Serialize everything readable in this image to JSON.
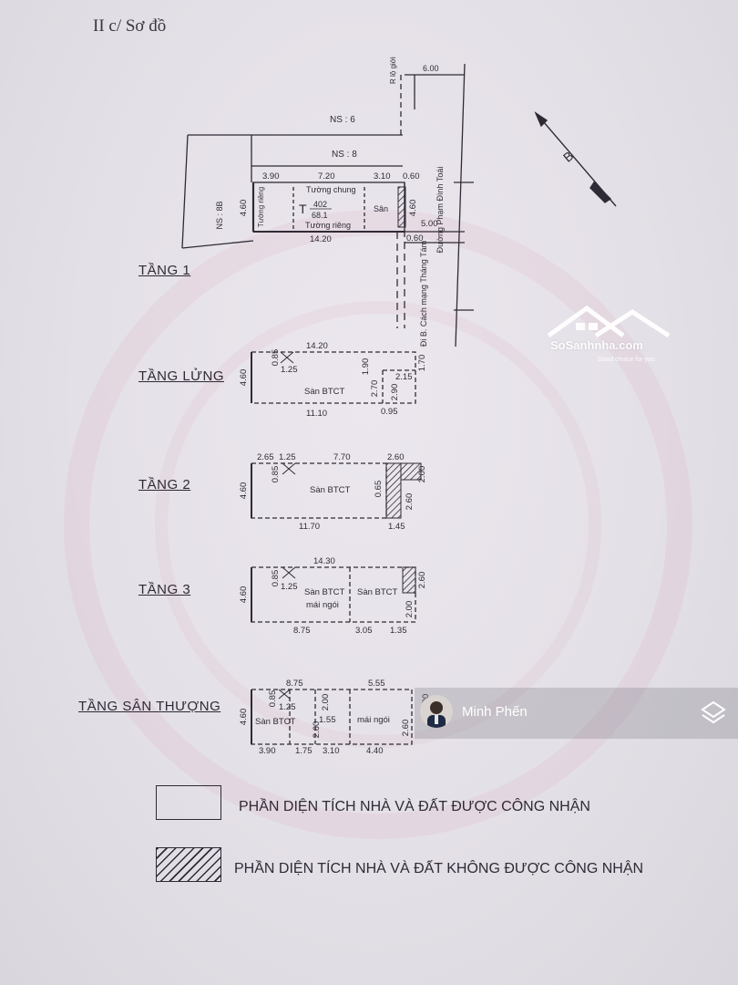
{
  "header": {
    "title": "II c/ Sơ đồ"
  },
  "floors": {
    "tang1": "TẦNG 1",
    "tang_lung": "TẦNG LỬNG",
    "tang2": "TẦNG 2",
    "tang3": "TẦNG 3",
    "tang_san_thuong": "TẦNG SÂN THƯỢNG"
  },
  "site": {
    "ns6": "NS : 6",
    "ns8": "NS : 8",
    "ns8b": "NS : 8B",
    "lo_gioi": "R lộ giới",
    "road_width": "6.00",
    "street_1": "Đường Phạm Đình Toái",
    "street_2": "Đi B. Cách mạng Tháng Tám",
    "north_label": "B"
  },
  "floor1": {
    "dims": [
      "3.90",
      "7.20",
      "3.10",
      "0.60",
      "4.60",
      "4.60",
      "14.20",
      "5.00",
      "0.60"
    ],
    "tuong_chung": "Tường chung",
    "tuong_rieng_bottom": "Tường riêng",
    "tuong_rieng_left": "Tường riêng",
    "lot_code": "T",
    "lot_num": "402",
    "lot_area": "68.1",
    "san": "Sân"
  },
  "floor_lung": {
    "dims": [
      "14.20",
      "0.85",
      "1.25",
      "1.90",
      "2.15",
      "2.70",
      "2.90",
      "1.70",
      "4.60",
      "11.10",
      "0.95"
    ],
    "san_btct": "Sàn BTCT"
  },
  "floor2": {
    "dims": [
      "2.65",
      "1.25",
      "7.70",
      "2.60",
      "0.85",
      "2.00",
      "0.65",
      "2.60",
      "4.60",
      "11.70",
      "1.45"
    ],
    "san_label": "Sàn BTCT"
  },
  "floor3": {
    "dims": [
      "14.30",
      "0.85",
      "1.25",
      "2.60",
      "2.00",
      "4.60",
      "8.75",
      "3.05",
      "1.35"
    ],
    "san_btct_1": "Sàn BTCT",
    "mai_ngoi": "mái ngói",
    "san_btct_2": "Sàn BTCT"
  },
  "floor_st": {
    "dims": [
      "8.75",
      "5.55",
      "0.85",
      "1.25",
      "2.00",
      "1.55",
      "2.60",
      "2.00",
      "2.60",
      "4.60",
      "3.90",
      "1.75",
      "3.10",
      "4.40"
    ],
    "san_btct": "Sàn BTCT",
    "mai_ngoi": "mái ngói"
  },
  "legend": {
    "recognized": "PHẦN DIỆN TÍCH NHÀ VÀ ĐẤT ĐƯỢC CÔNG NHẬN",
    "not_recognized": "PHẦN DIỆN TÍCH NHÀ VÀ ĐẤT  KHÔNG ĐƯỢC CÔNG NHẬN"
  },
  "watermark": {
    "brand": "SoSanhnha.com",
    "tagline": "Good choice for you"
  },
  "agent": {
    "name": "Minh Phến"
  },
  "icons": [
    "north-arrow-icon",
    "house-logo-icon",
    "avatar",
    "layers-logo-icon"
  ]
}
